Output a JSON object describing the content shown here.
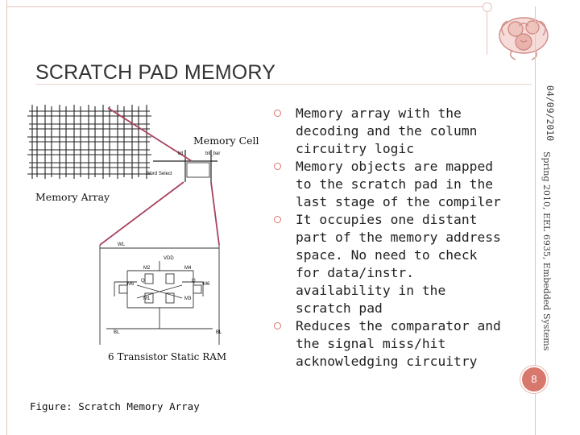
{
  "slide": {
    "title": "SCRATCH PAD MEMORY",
    "date": "04/09/2010",
    "course": "Spring 2010, EEL 6935, Embedded Systems",
    "page_number": "8",
    "bullets": [
      "Memory array with the decoding and the column circuitry logic",
      "Memory objects are mapped to the scratch pad in the last stage of the compiler",
      "It occupies one distant part of the memory address space. No need to check for data/instr. availability in the scratch pad",
      "Reduces the comparator and the signal miss/hit acknowledging circuitry"
    ]
  },
  "figure": {
    "memory_cell_label": "Memory Cell",
    "memory_array_label": "Memory Array",
    "sram_label": "6 Transistor Static RAM",
    "caption": "Figure: Scratch Memory Array",
    "cell_labels": {
      "bit": "bit",
      "bit_bar": "bit_bar",
      "word_select": "Word Select"
    },
    "sram_labels": {
      "wl": "WL",
      "vdd": "VDD",
      "bl": "BL",
      "bl_bar": "BL",
      "q": "Q",
      "q_bar": "Q",
      "m1": "M1",
      "m2": "M2",
      "m3": "M3",
      "m4": "M4",
      "m5": "M5",
      "m6": "M6"
    }
  },
  "colors": {
    "accent": "#d8776c",
    "frame": "#e7c3bb",
    "connector": "#a8425a"
  },
  "icons": {
    "logo": "floral-logo-icon",
    "bullet": "circle-bullet-icon"
  }
}
